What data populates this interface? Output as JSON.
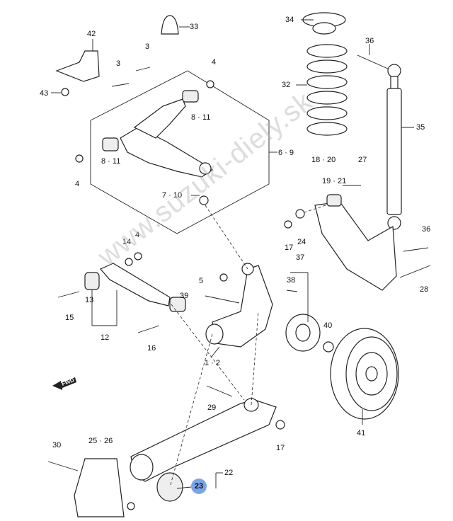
{
  "watermark": "www.suzuki-diely.sk",
  "labels": {
    "l34": "34",
    "l33": "33",
    "l42": "42",
    "l3a": "3",
    "l3b": "3",
    "l36a": "36",
    "l4a": "4",
    "l43": "43",
    "l32": "32",
    "l8_11a": "8 · 11",
    "l35": "35",
    "l8_11b": "8 · 11",
    "l6_9": "6 · 9",
    "l4b": "4",
    "l7_10": "7 · 10",
    "l18_20": "18 · 20",
    "l27": "27",
    "l19_21": "19 · 21",
    "l24": "24",
    "l17a": "17",
    "l36b": "36",
    "l14": "14",
    "l4c": "4",
    "l37": "37",
    "l28": "28",
    "l5": "5",
    "l38": "38",
    "l39": "39",
    "l13": "13",
    "l15": "15",
    "l40": "40",
    "l12": "12",
    "l16": "16",
    "l1_2": "1 · 2",
    "l29": "29",
    "l41": "41",
    "l30": "30",
    "l25_26": "25 · 26",
    "l17b": "17",
    "l22": "22",
    "l23": "23"
  },
  "fwd_label": "FWD",
  "colors": {
    "highlight": "#7aa6e8",
    "ink": "#222222"
  }
}
